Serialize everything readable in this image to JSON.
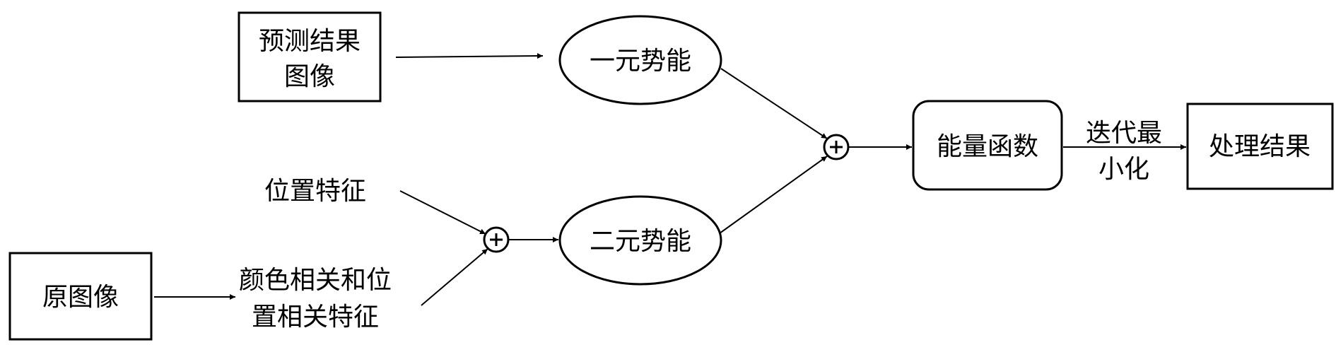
{
  "nodes": {
    "predicted_image": {
      "lines": [
        "预测结果",
        "图像"
      ]
    },
    "unary_potential": {
      "label": "一元势能"
    },
    "position_feature": {
      "label": "位置特征"
    },
    "original_image": {
      "label": "原图像"
    },
    "color_position_feature": {
      "lines": [
        "颜色相关和位",
        "置相关特征"
      ]
    },
    "pairwise_potential": {
      "label": "二元势能"
    },
    "energy_function": {
      "label": "能量函数"
    },
    "iterative_minimization": {
      "lines": [
        "迭代最",
        "小化"
      ]
    },
    "processing_result": {
      "label": "处理结果"
    }
  },
  "colors": {
    "stroke": "#000000",
    "fill": "#ffffff"
  }
}
